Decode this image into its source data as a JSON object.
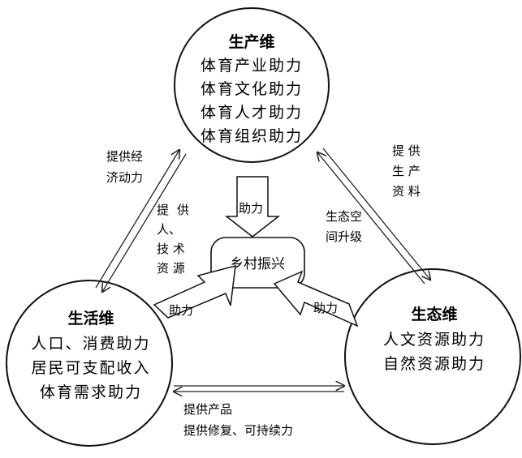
{
  "nodes": {
    "production": {
      "title": "生产维",
      "items": [
        "体育产业助力",
        "体育文化助力",
        "体育人才助力",
        "体育组织助力"
      ]
    },
    "life": {
      "title": "生活维",
      "items": [
        "人口、消费助力",
        "居民可支配收入",
        "体育需求助力"
      ]
    },
    "ecology": {
      "title": "生态维",
      "items": [
        "人文资源助力",
        "自然资源助力"
      ]
    },
    "center": {
      "label": "乡村振兴"
    }
  },
  "edge_labels": {
    "life_to_production": [
      "提供经",
      "济动力"
    ],
    "production_to_life": [
      "提",
      "供",
      "人、",
      "技 术",
      "资 源"
    ],
    "production_to_ecology": [
      "提 供",
      "生 产",
      "资 料"
    ],
    "ecology_to_production": [
      "生态空",
      "间升级"
    ],
    "life_ecology": [
      "提供产品",
      "提供修复、可持续力"
    ]
  },
  "assist_labels": {
    "top": "助力",
    "left": "助力",
    "right": "助力"
  }
}
